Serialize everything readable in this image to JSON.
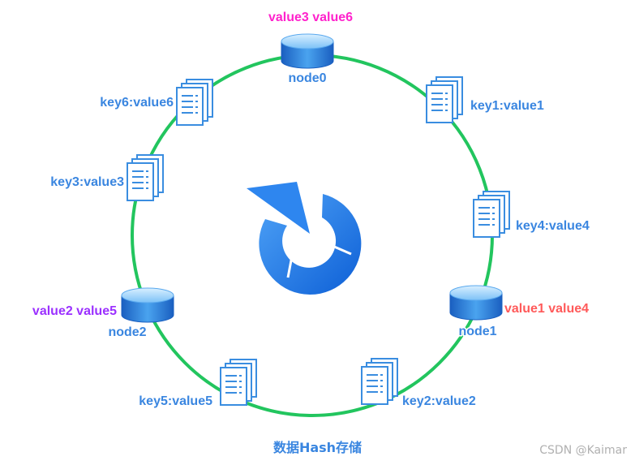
{
  "ring": {
    "color": "#22c55e"
  },
  "nodes": [
    {
      "id": "node0",
      "label": "node0",
      "values": "value3 value6",
      "values_color": "#ff22cc"
    },
    {
      "id": "node1",
      "label": "node1",
      "values": "value1 value4",
      "values_color": "#ff5a5a"
    },
    {
      "id": "node2",
      "label": "node2",
      "values": "value2 value5",
      "values_color": "#9b30ff"
    }
  ],
  "keys": [
    {
      "id": "key1",
      "label": "key1:value1"
    },
    {
      "id": "key4",
      "label": "key4:value4"
    },
    {
      "id": "key2",
      "label": "key2:value2"
    },
    {
      "id": "key5",
      "label": "key5:value5"
    },
    {
      "id": "key3",
      "label": "key3:value3"
    },
    {
      "id": "key6",
      "label": "key6:value6"
    }
  ],
  "caption": "数据Hash存储",
  "watermark": "CSDN @Kaimar",
  "colors": {
    "label_blue": "#3a86e0",
    "doc_stroke": "#3a8de0",
    "db_top": "#6fb8f5",
    "db_body": "#1f6fd0"
  }
}
